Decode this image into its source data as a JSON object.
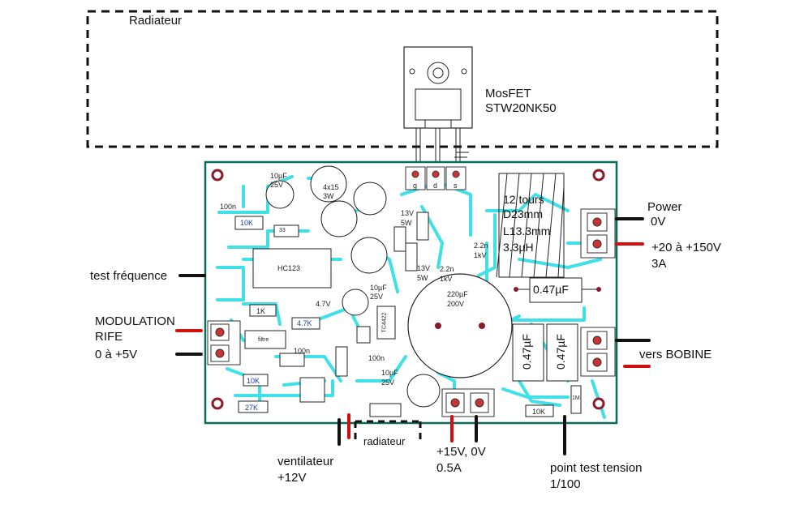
{
  "labels": {
    "radiateur_top": "Radiateur",
    "mosfet_line1": "MosFET",
    "mosfet_line2": "STW20NK50",
    "power": "Power",
    "power_0v": "0V",
    "power_hv": "+20 à +150V",
    "power_current": "3A",
    "test_frequence": "test fréquence",
    "modulation": "MODULATION",
    "rife": "RIFE",
    "mod_range": "0 à +5V",
    "vers_bobine": "vers BOBINE",
    "ventilateur": "ventilateur",
    "ventilateur_v": "+12V",
    "radiateur_bottom": "radiateur",
    "supply_low": "+15V, 0V",
    "supply_low_current": "0.5A",
    "point_test": "point test  tension",
    "point_test_ratio": "1/100"
  },
  "components": {
    "coil_line1": "12 tours",
    "coil_line2": "D23mm",
    "coil_line3": "L13.3mm",
    "coil_line4": "3.3µH",
    "cap_047_a": "0.47µF",
    "cap_047_b": "0.47µF",
    "cap_047_c": "0.47µF",
    "big_cap_1": "220µF",
    "big_cap_2": "200V",
    "pins_g": "g",
    "pins_d": "d",
    "pins_s": "s",
    "c10u_a1": "10µF",
    "c10u_a2": "25V",
    "c10u_b1": "10µF",
    "c10u_b2": "25V",
    "c10u_c1": "10µF",
    "c10u_c2": "25V",
    "r4x15_1": "4x15",
    "r4x15_2": "3W",
    "z13_a1": "13V",
    "z13_a2": "5W",
    "z13_b1": "13V",
    "z13_b2": "5W",
    "c22n_a1": "2.2n",
    "c22n_a2": "1kV",
    "c22n_b1": "2.2n",
    "c22n_b2": "1kV",
    "c100n_a": "100n",
    "c100n_b": "100n",
    "c100n_c": "100n",
    "ic_hc123": "HC123",
    "r10k_a": "10K",
    "r10k_b": "10K",
    "r10k_c": "10K",
    "r1k": "1K",
    "r47k": "4.7K",
    "r27k": "27K",
    "z47": "4.7V",
    "r1m": "1M",
    "tc4422": "TC4422",
    "r33": "33",
    "filtre": "filtre"
  }
}
